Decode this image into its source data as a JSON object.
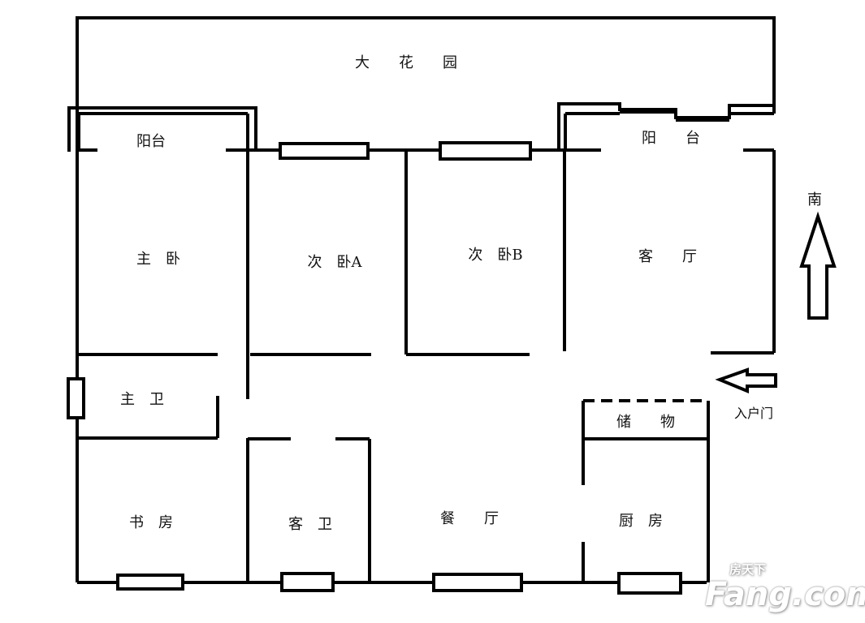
{
  "title": "户型图",
  "rooms": {
    "garden": "大　　花　　园",
    "balcony_left": "阳台",
    "balcony_right": "阳　　台",
    "master_bedroom": "主　卧",
    "second_bedroom_a": "次　卧A",
    "second_bedroom_b": "次　卧B",
    "living_room": "客　　厅",
    "master_bath": "主　卫",
    "storage": "储　　物",
    "study": "书　房",
    "guest_bath": "客　卫",
    "dining_room": "餐　　厅",
    "kitchen": "厨　房"
  },
  "compass": {
    "label": "南"
  },
  "entrance": {
    "label": "入户门"
  },
  "watermark": {
    "cn": "房天下",
    "en": "Fang.com"
  }
}
